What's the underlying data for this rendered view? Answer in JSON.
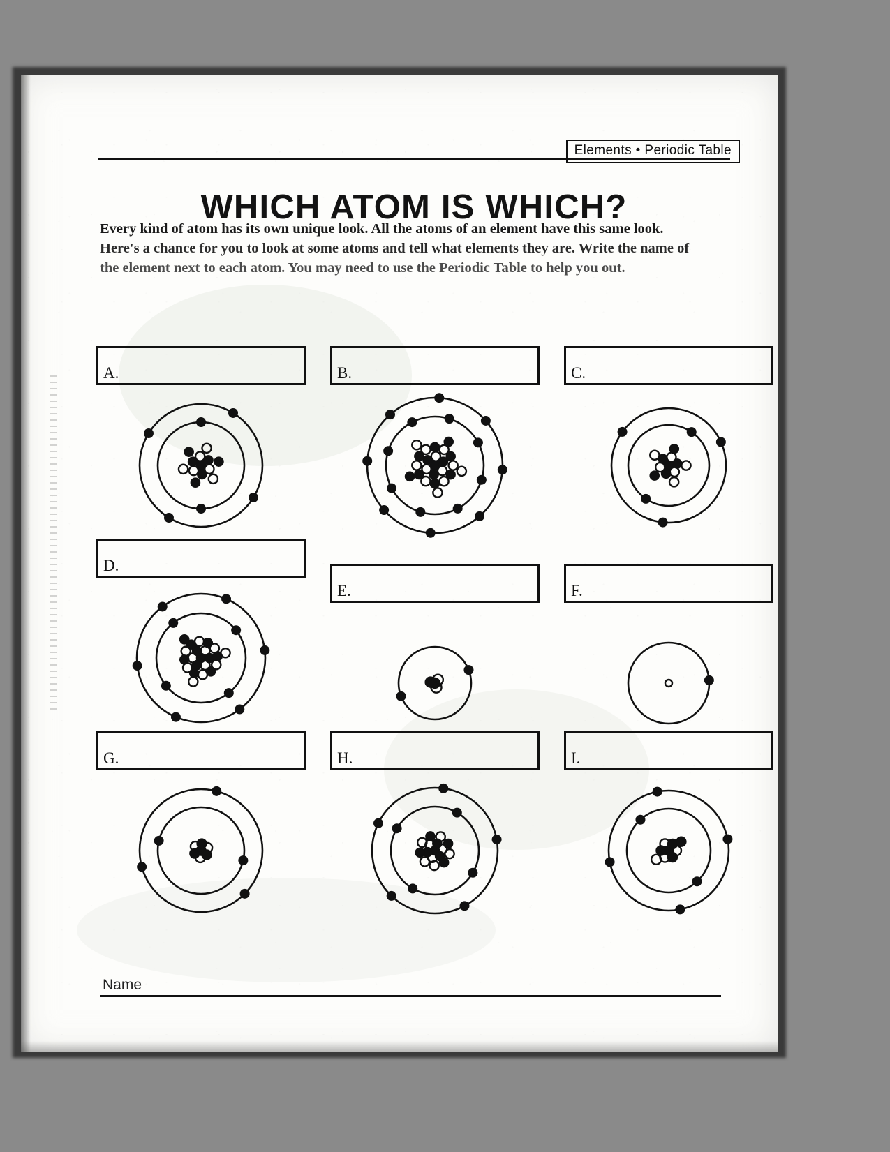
{
  "document": {
    "header_tag": "Elements • Periodic Table",
    "title": "WHICH ATOM IS WHICH?",
    "instructions": {
      "line1": "Every kind of atom has its own unique look. All the atoms of an element have this same look.",
      "line2": "Here's a chance for you to look at some atoms and tell what elements they are. Write the name of",
      "line3": "the element next to each atom. You may need to use the Periodic Table to help you out."
    },
    "name_label": "Name",
    "ink_color": "#111111",
    "paper_color": "#fdfdfb"
  },
  "atoms": [
    {
      "letter": "A.",
      "answer_value": "",
      "nucleus_particles": 13,
      "shells": [
        2,
        4
      ],
      "outer_radius": 88,
      "inner_radius": 62,
      "nucleus_radius": 26
    },
    {
      "letter": "B.",
      "answer_value": "",
      "nucleus_particles": 24,
      "shells": [
        8,
        8
      ],
      "outer_radius": 97,
      "inner_radius": 70,
      "nucleus_radius": 34
    },
    {
      "letter": "C.",
      "answer_value": "",
      "nucleus_particles": 12,
      "shells": [
        2,
        3
      ],
      "outer_radius": 82,
      "inner_radius": 58,
      "nucleus_radius": 25
    },
    {
      "letter": "D.",
      "answer_value": "",
      "nucleus_particles": 22,
      "shells": [
        4,
        6
      ],
      "outer_radius": 92,
      "inner_radius": 64,
      "nucleus_radius": 31
    },
    {
      "letter": "E.",
      "answer_value": "",
      "nucleus_particles": 4,
      "shells": [
        2
      ],
      "outer_radius": 52,
      "inner_radius": 0,
      "nucleus_radius": 13
    },
    {
      "letter": "F.",
      "answer_value": "",
      "nucleus_particles": 1,
      "shells": [
        1
      ],
      "outer_radius": 58,
      "inner_radius": 0,
      "nucleus_radius": 6
    },
    {
      "letter": "G.",
      "answer_value": "",
      "nucleus_particles": 7,
      "shells": [
        2,
        3
      ],
      "outer_radius": 88,
      "inner_radius": 62,
      "nucleus_radius": 20
    },
    {
      "letter": "H.",
      "answer_value": "",
      "nucleus_particles": 16,
      "shells": [
        4,
        5
      ],
      "outer_radius": 90,
      "inner_radius": 63,
      "nucleus_radius": 28
    },
    {
      "letter": "I.",
      "answer_value": "",
      "nucleus_particles": 9,
      "shells": [
        2,
        4
      ],
      "outer_radius": 86,
      "inner_radius": 60,
      "nucleus_radius": 22
    }
  ]
}
